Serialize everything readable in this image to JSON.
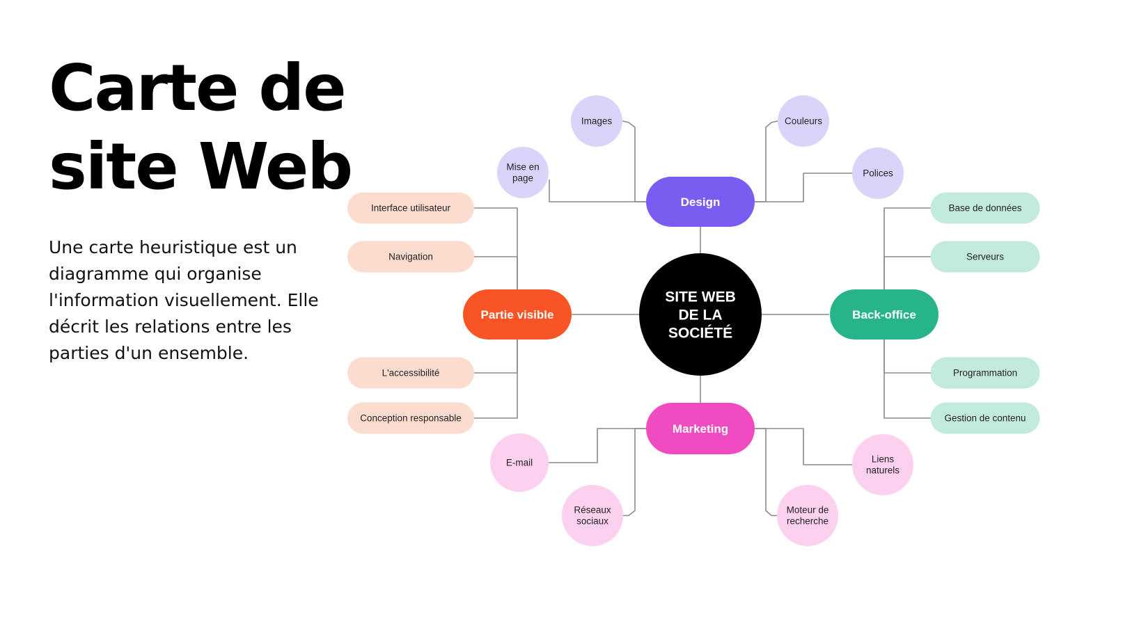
{
  "title_lines": [
    "Carte de",
    "site Web"
  ],
  "description": "Une carte heuristique est un diagramme qui organise l'information visuellement. Elle décrit les relations entre les parties d'un ensemble.",
  "colors": {
    "center": "#000000",
    "design": "#7b5cf0",
    "design_leaf": "#dcd3fa",
    "visible": "#f95425",
    "visible_leaf": "#fddcd0",
    "backoffice": "#27b48b",
    "backoffice_leaf": "#c2ebdd",
    "marketing": "#f04bc0",
    "marketing_leaf": "#fcd0ef",
    "connector": "#8a8a8a"
  },
  "mindmap": {
    "center": {
      "lines": [
        "SITE WEB",
        "DE LA",
        "SOCIÉTÉ"
      ]
    },
    "design": {
      "label": "Design",
      "children": [
        "Images",
        "Mise en page",
        "Couleurs",
        "Polices"
      ]
    },
    "visible": {
      "label": "Partie visible",
      "children": [
        "Interface utilisateur",
        "Navigation",
        "L'accessibilité",
        "Conception responsable"
      ]
    },
    "backoffice": {
      "label": "Back-office",
      "children": [
        "Base de données",
        "Serveurs",
        "Programmation",
        "Gestion de contenu"
      ]
    },
    "marketing": {
      "label": "Marketing",
      "children": [
        "E-mail",
        "Réseaux sociaux",
        "Liens naturels",
        "Moteur de recherche"
      ]
    }
  }
}
